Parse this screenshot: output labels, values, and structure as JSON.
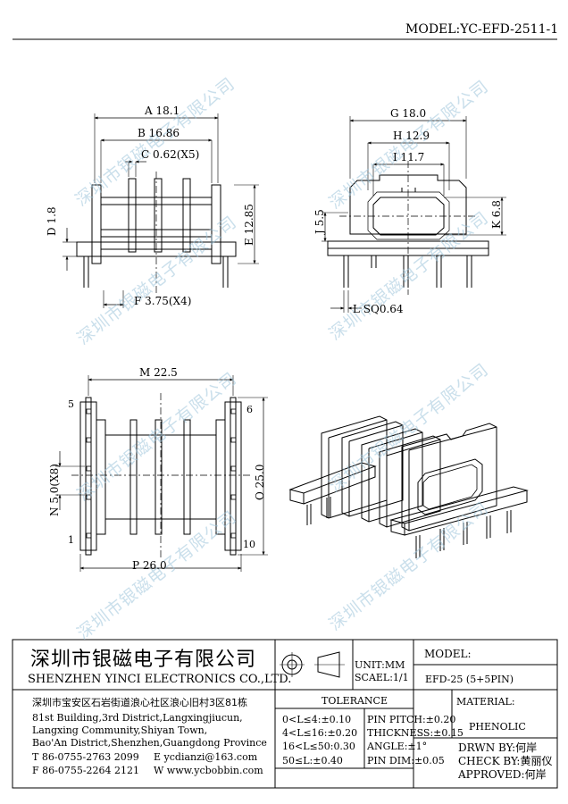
{
  "model_label": "MODEL:YC-EFD-2511-1",
  "watermark": "深圳市银磁电子有限公司",
  "dims": {
    "A": "A 18.1",
    "B": "B 16.86",
    "C": "C 0.62(X5)",
    "D": "D 1.8",
    "E": "E 12.85",
    "F": "F 3.75(X4)",
    "G": "G 18.0",
    "H": "H 12.9",
    "I": "I 11.7",
    "J": "J 5.5",
    "K": "K 6.8",
    "L": "L SQ0.64",
    "M": "M 22.5",
    "N": "N 5.0(X8)",
    "O": "O 25.0",
    "P": "P 26.0"
  },
  "pins": {
    "p1": "1",
    "p5": "5",
    "p6": "6",
    "p10": "10"
  },
  "title_block": {
    "company_cn": "深圳市银磁电子有限公司",
    "company_en": "SHENZHEN YINCI ELECTRONICS CO.,LTD.",
    "unit": "UNIT:MM",
    "scale": "SCAEL:1/1",
    "model_header": "MODEL:",
    "model_value": "EFD-25 (5+5PIN)",
    "address_cn": "深圳市宝安区石岩街道浪心社区浪心旧村3区81栋",
    "address_en": [
      "81st Building,3rd District,Langxingjiucun,",
      "Langxing Community,Shiyan Town,",
      "Bao'An District,Shenzhen,Guangdong Province"
    ],
    "tel": "T 86-0755-2763 2099",
    "fax": "F 86-0755-2264 2121",
    "email": "E ycdianzi@163.com",
    "web": "W www.ycbobbin.com",
    "tolerance_header": "TOLERANCE",
    "tolerances": [
      "0<L≤4:±0.10",
      "4<L≤16:±0.20",
      "16<L≤50:0.30",
      "50≤L:±0.40"
    ],
    "pin_specs": [
      "PIN PITCH:±0.20",
      "THICKNESS:±0.15",
      "ANGLE:±1°",
      "PIN DIM:±0.05"
    ],
    "material_header": "MATERIAL:",
    "material_value": "PHENOLIC",
    "drawn_by": "DRWN BY:何岸",
    "check_by": "CHECK BY:黄丽仪",
    "approved": "APPROVED:何岸"
  }
}
